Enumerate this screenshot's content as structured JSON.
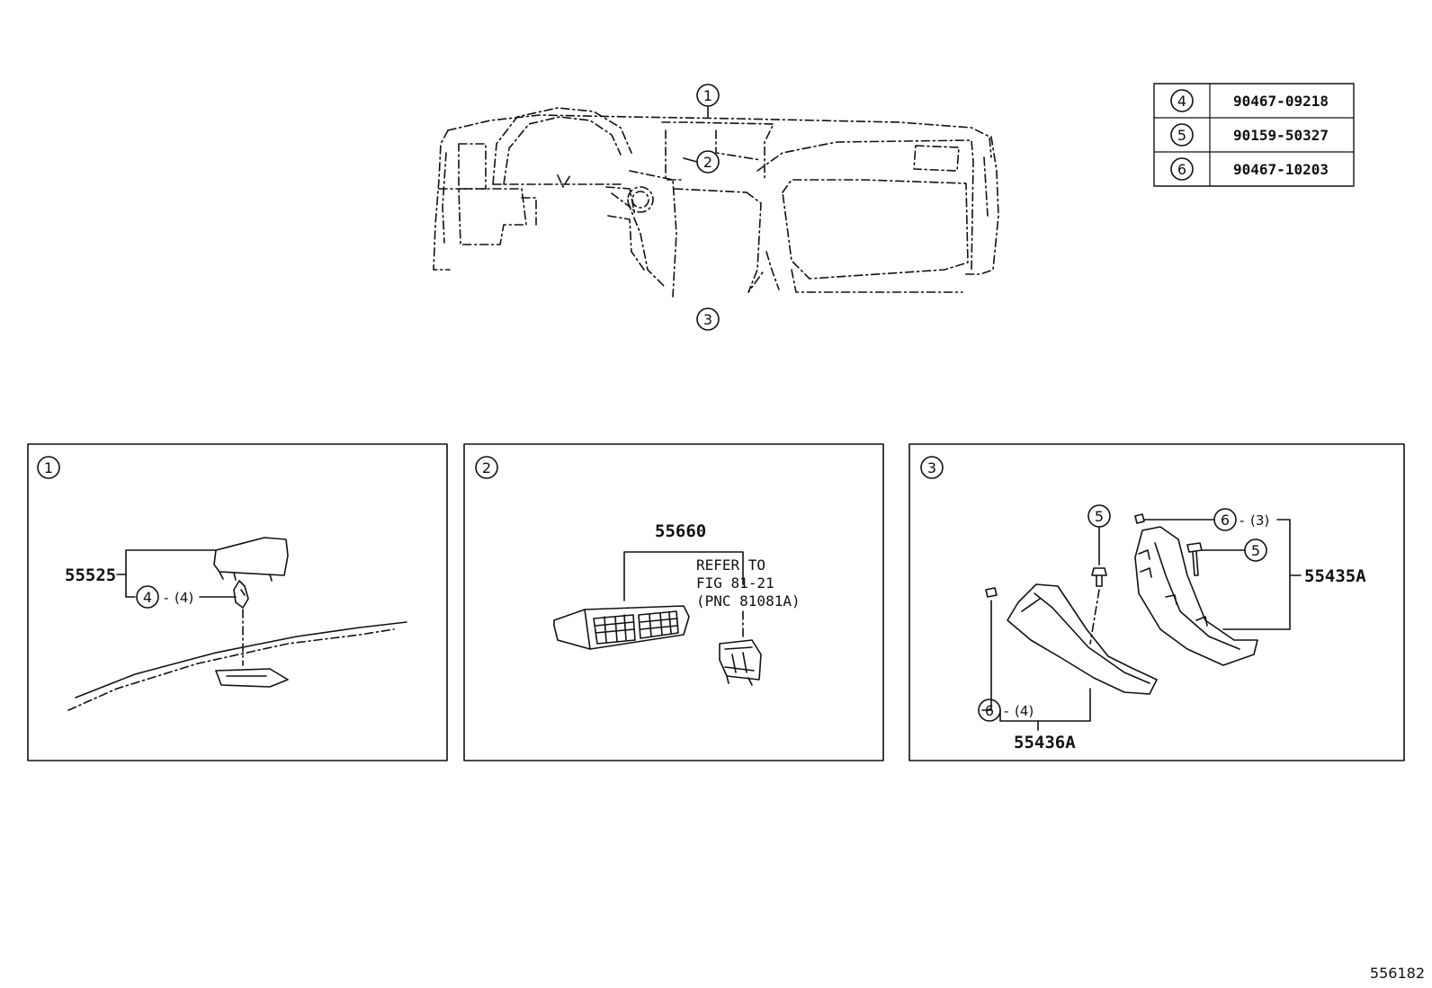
{
  "overview": {
    "callout_top": "1",
    "callout_mid": "2",
    "callout_bottom": "3"
  },
  "legend_table": [
    {
      "key": "4",
      "part": "90467-09218"
    },
    {
      "key": "5",
      "part": "90159-50327"
    },
    {
      "key": "6",
      "part": "90467-10203"
    }
  ],
  "panels": [
    {
      "id": "1",
      "labels": {
        "main_part": "55525",
        "clip_key": "4",
        "clip_qty": "(4)"
      }
    },
    {
      "id": "2",
      "labels": {
        "main_part": "55660",
        "ref_line1": "REFER TO",
        "ref_line2": "FIG 81-21",
        "ref_line3": "(PNC 81081A)"
      }
    },
    {
      "id": "3",
      "labels": {
        "screw_key_a": "5",
        "screw_key_b": "5",
        "clip_key_a": "6",
        "clip_qty_a": "(3)",
        "clip_key_b": "6",
        "clip_qty_b": "(4)",
        "upper_part": "55435A",
        "lower_part": "55436A"
      }
    }
  ],
  "diagram_number": "556182"
}
